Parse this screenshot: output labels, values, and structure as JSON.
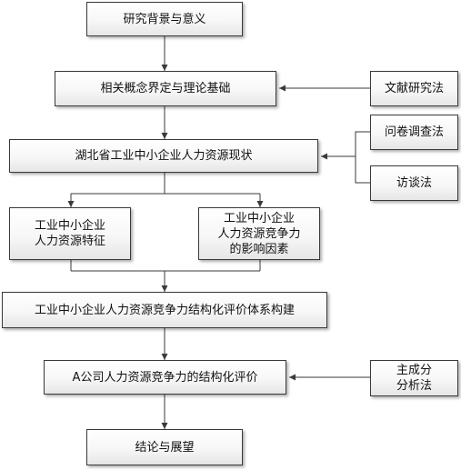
{
  "nodes": {
    "background": "研究背景与意义",
    "concepts": "相关概念界定与理论基础",
    "status": "湖北省工业中小企业人力资源现状",
    "features": "工业中小企业\n人力资源特征",
    "factors": "工业中小企业\n人力资源竞争力\n的影响因素",
    "system": "工业中小企业人力资源竞争力结构化评价体系构建",
    "evaluation": "A公司人力资源竞争力的结构化评价",
    "conclusion": "结论与展望"
  },
  "methods": {
    "literature": "文献研究法",
    "questionnaire": "问卷调查法",
    "interview": "访谈法",
    "pca": "主成分\n分析法"
  },
  "colors": {
    "line": "#3a3a3a",
    "box_border": "#3a3a3a",
    "text": "#111111"
  }
}
